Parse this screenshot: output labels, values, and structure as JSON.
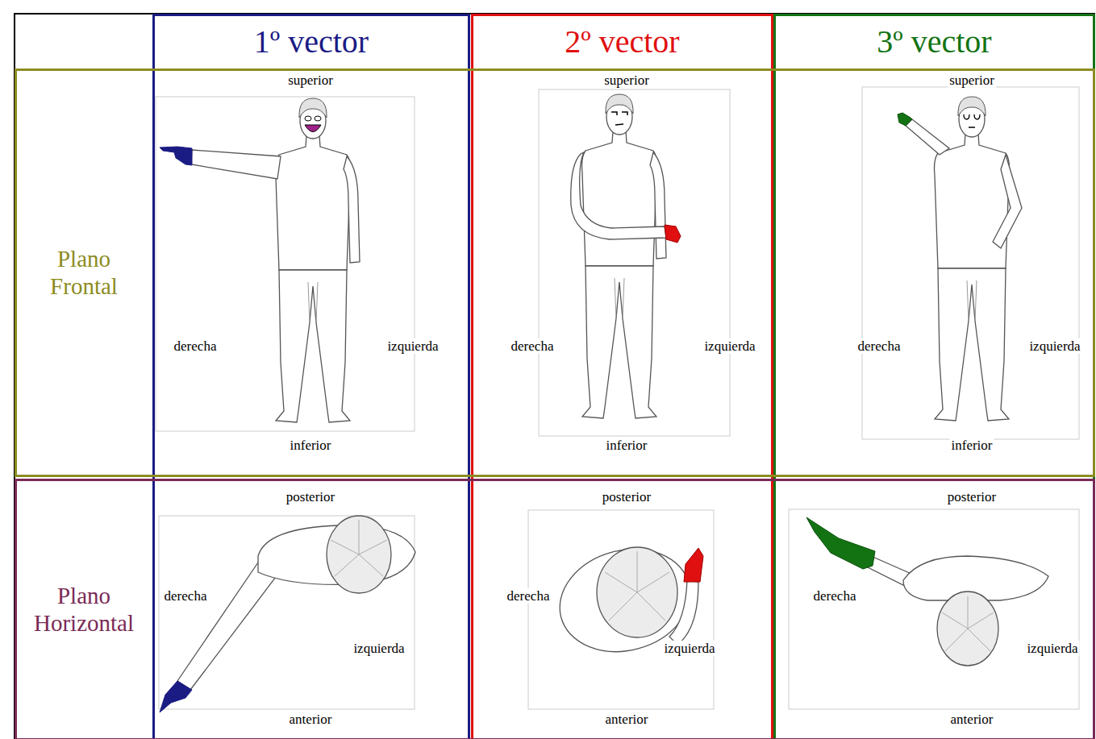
{
  "diagram": {
    "nodes": [
      {
        "text": [
          "1º vector"
        ]
      },
      {
        "text": [
          "2º vector"
        ]
      },
      {
        "text": [
          "3º vector"
        ]
      },
      {
        "text": [
          "Plano Frontal"
        ]
      },
      {
        "text": [
          "Plano Horizontal"
        ]
      }
    ],
    "labels": [
      "superior",
      "derecha",
      "izquierda",
      "inferior",
      "superior",
      "derecha",
      "izquierda",
      "inferior",
      "superior",
      "derecha",
      "izquierda",
      "inferior",
      "posterior",
      "derecha",
      "izquierda",
      "anterior",
      "posterior",
      "derecha",
      "izquierda",
      "anterior",
      "posterior",
      "derecha",
      "izquierda",
      "anterior"
    ]
  }
}
